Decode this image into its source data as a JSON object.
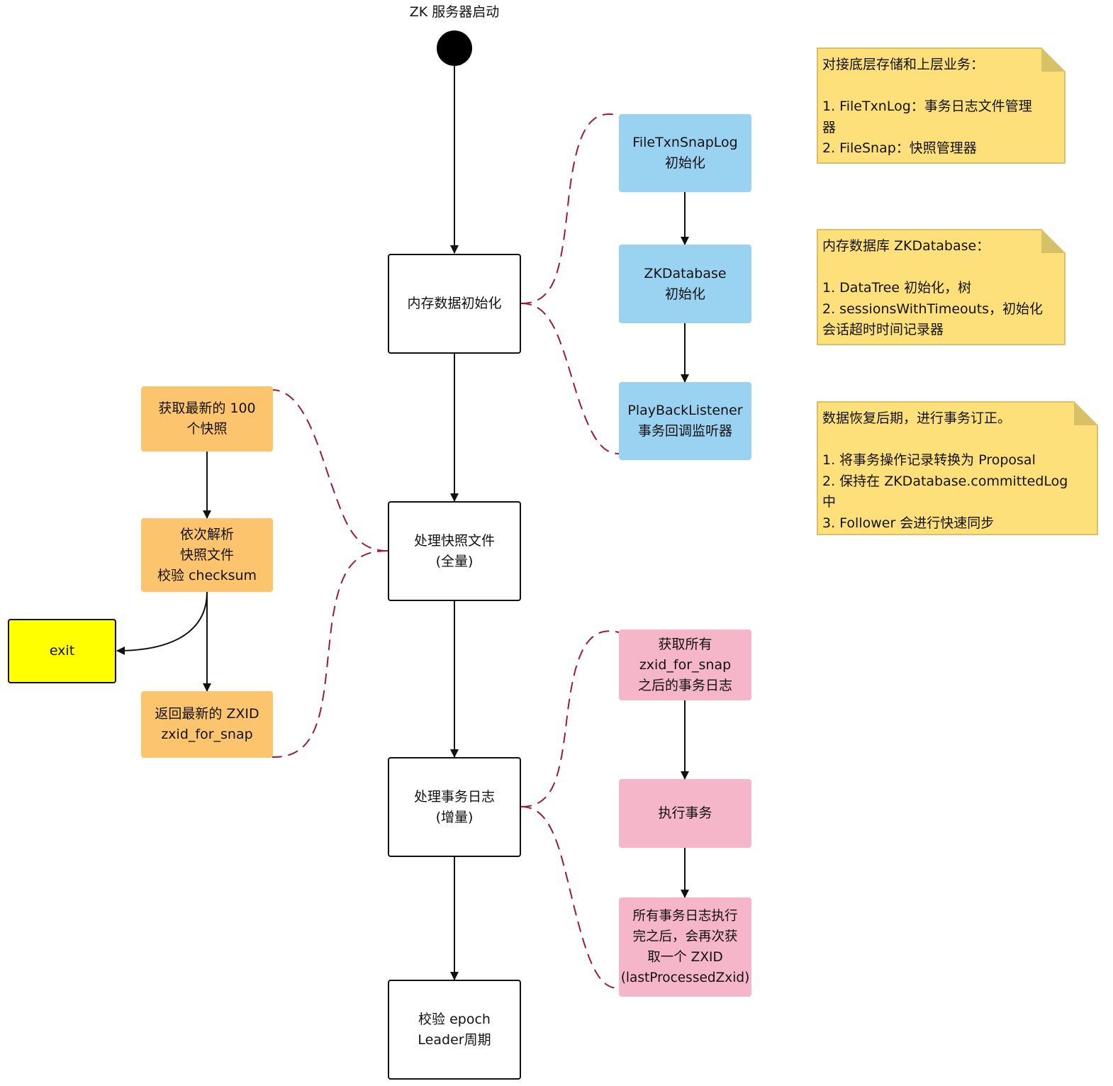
{
  "diagram": {
    "start_label": "ZK 服务器启动",
    "main_steps": [
      "内存数据初始化",
      "处理快照文件\n(全量)",
      "处理事务日志\n(增量)",
      "校验 epoch\nLeader周期"
    ],
    "memory_init_steps": [
      "FileTxnSnapLog\n初始化",
      "ZKDatabase\n初始化",
      "PlayBackListener\n事务回调监听器"
    ],
    "snapshot_steps": [
      "获取最新的 100\n个快照",
      "依次解析\n快照文件\n校验 checksum",
      "返回最新的 ZXID\nzxid_for_snap"
    ],
    "exit_label": "exit",
    "txlog_steps": [
      "获取所有\nzxid_for_snap\n之后的事务日志",
      "执行事务",
      "所有事务日志执行\n完之后，会再次获\n取一个 ZXID\n(lastProcessedZxid)"
    ],
    "notes": [
      "对接底层存储和上层业务：\n\n1. FileTxnLog：事务日志文件管理\n器\n2. FileSnap：快照管理器",
      "内存数据库 ZKDatabase：\n\n1. DataTree 初始化，树\n2. sessionsWithTimeouts，初始化\n会话超时时间记录器",
      "数据恢复后期，进行事务订正。\n\n1. 将事务操作记录转换为 Proposal\n2. 保持在 ZKDatabase.committedLog\n中\n3. Follower 会进行快速同步"
    ],
    "colors": {
      "memory_init": "#9ad3f2",
      "snapshot": "#fdc46e",
      "txlog": "#f4b6c8",
      "exit": "#ffff00",
      "note": "#fde07a",
      "dashed_link": "#9b1b3a"
    }
  }
}
